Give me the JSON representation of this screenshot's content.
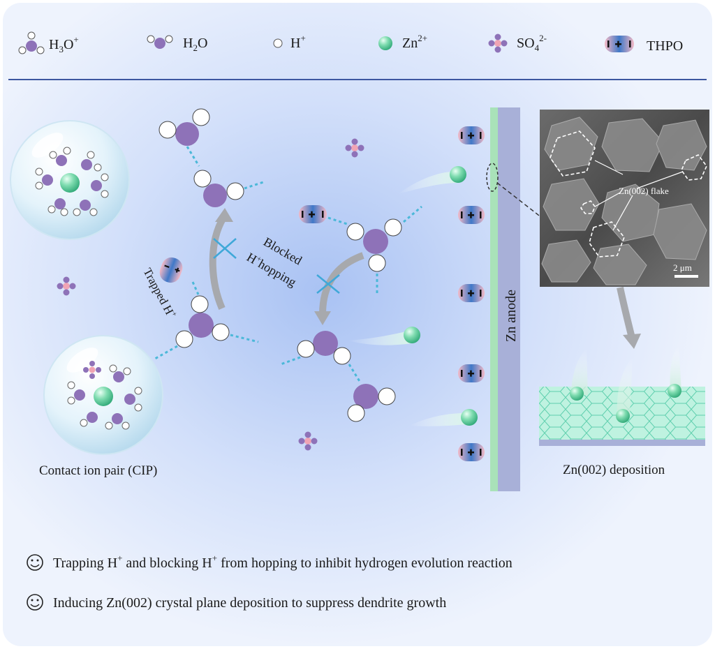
{
  "legend": {
    "h3o": {
      "base": "H",
      "sub": "3",
      "mid": "O",
      "sup": "+"
    },
    "h2o": {
      "base": "H",
      "sub": "2",
      "mid": "O"
    },
    "hplus": {
      "base": "H",
      "sup": "+"
    },
    "zn": {
      "base": "Zn",
      "sup": "2+"
    },
    "so4": {
      "base": "SO",
      "sub": "4",
      "sup": "2-"
    },
    "thpo": {
      "label": "THPO"
    }
  },
  "labels": {
    "trapped_base": "Trapped H",
    "trapped_sup": "+",
    "blocked_line1": "Blocked",
    "blocked_line2_base": "H",
    "blocked_line2_sup": "+",
    "blocked_line2_rest": "hopping",
    "anode": "Zn   anode",
    "cip": "Contact ion pair (CIP)",
    "flake": "Zn(002) flake",
    "scale": "2 μm",
    "deposition": "Zn(002) deposition"
  },
  "bullets": {
    "b1_pre": "Trapping H",
    "b1_sup1": "+",
    "b1_mid": " and blocking H",
    "b1_sup2": "+",
    "b1_post": " from hopping to inhibit hydrogen evolution reaction",
    "b2": "Inducing Zn(002) crystal plane deposition to suppress dendrite growth"
  },
  "colors": {
    "oxygen": "#8e72b8",
    "hydrogen": "#ffffff",
    "zinc": "#6fd6a6",
    "sulfate_center": "#f0a4b4",
    "anode": "#a8b0d8",
    "anode_edge": "#a9e2b9",
    "bond": "#4bb8d8",
    "divider": "#3c56a0"
  }
}
